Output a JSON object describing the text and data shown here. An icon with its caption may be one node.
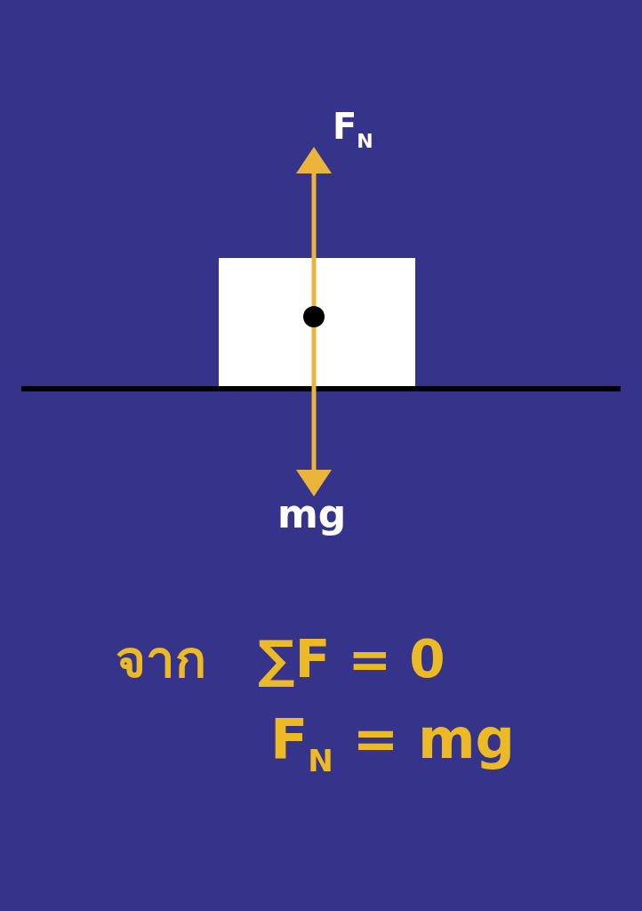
{
  "diagram": {
    "labels": [
      "F$_{N}$",
      "mg",
      "จาก",
      "∑F = 0",
      "F$_{N}$ = mg"
    ]
  }
}
